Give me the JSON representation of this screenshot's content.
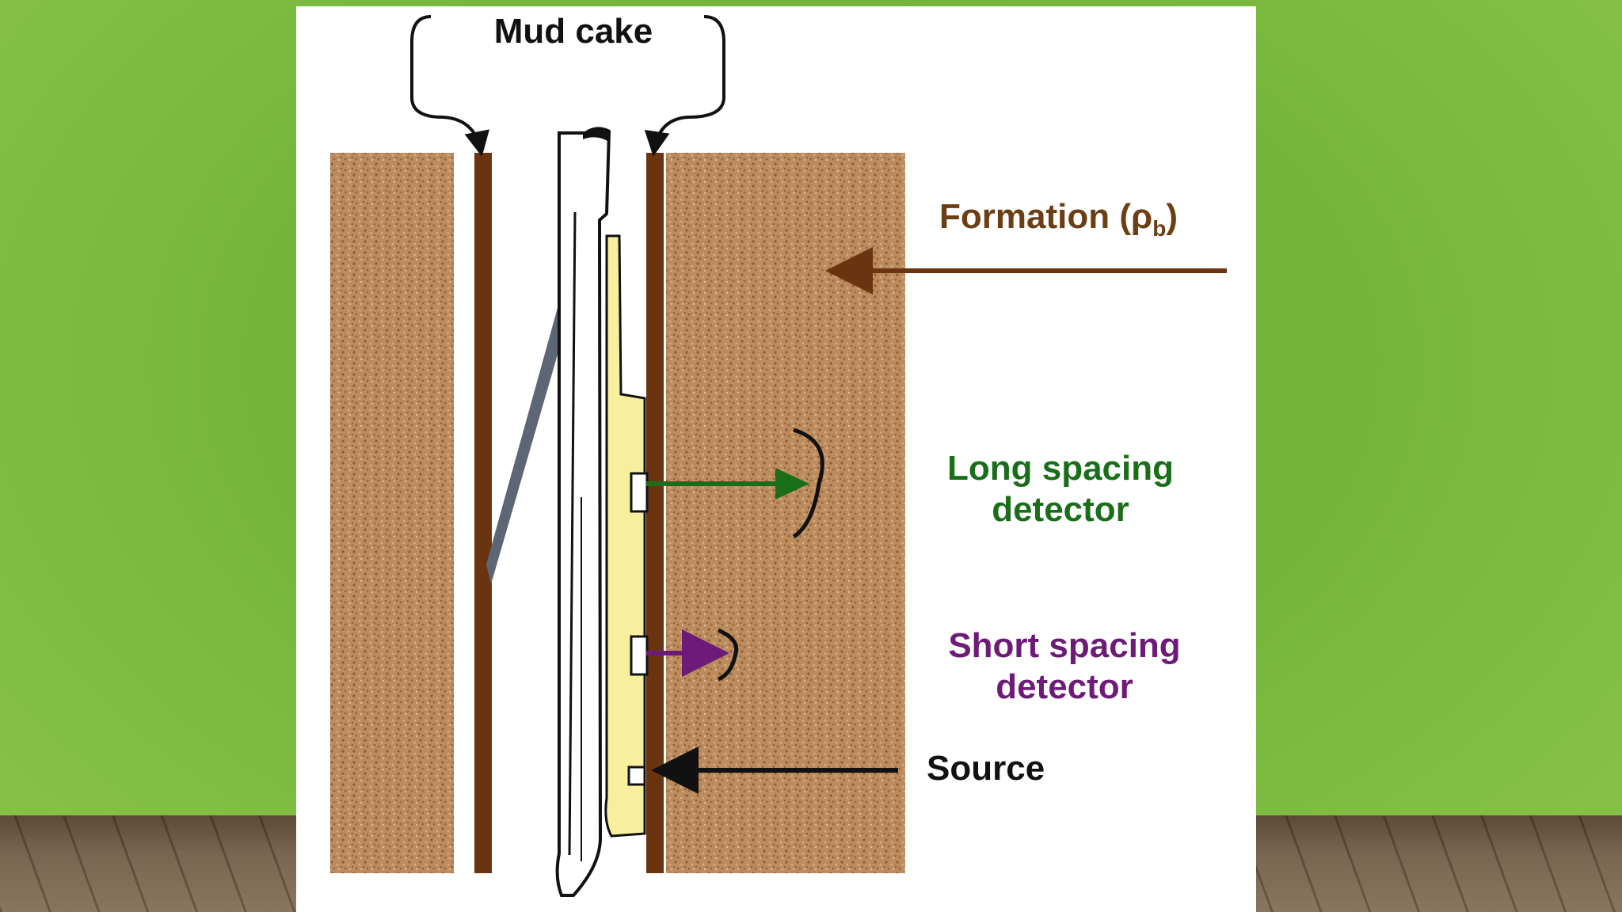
{
  "labels": {
    "mud_cake": "Mud cake",
    "formation": "Formation (ρ",
    "formation_sub": "b",
    "formation_close": ")",
    "long_spacing": "Long spacing",
    "long_spacing_2": "detector",
    "short_spacing": "Short spacing",
    "short_spacing_2": "detector",
    "source": "Source"
  },
  "colors": {
    "formation": "#b8865a",
    "mud_cake": "#6b3410",
    "formation_label": "#6b3e14",
    "long_spacing": "#1a6e1a",
    "short_spacing": "#6e1a78",
    "tool_pad": "#f8ef9e",
    "arm": "#5c6675"
  }
}
